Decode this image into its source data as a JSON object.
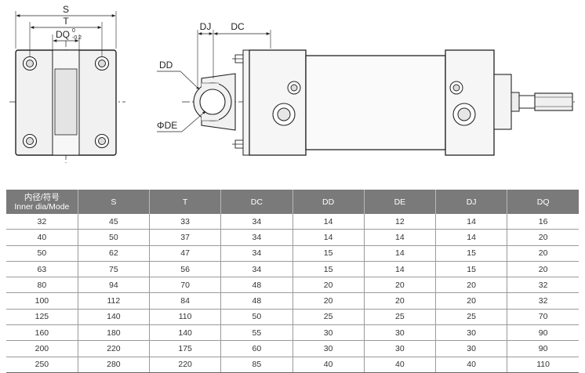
{
  "drawing": {
    "end_view": {
      "dim_S": "S",
      "dim_T": "T",
      "dim_DQ": "DQ",
      "dim_DQ_tol_upper": "0",
      "dim_DQ_tol_lower": "-0.2"
    },
    "side_view": {
      "dim_DJ": "DJ",
      "dim_DC": "DC",
      "dim_DD": "DD",
      "dim_DE": "ΦDE"
    }
  },
  "table": {
    "header_cn": "内径/符号",
    "header_en": "Inner dia/Mode",
    "columns": [
      "S",
      "T",
      "DC",
      "DD",
      "DE",
      "DJ",
      "DQ"
    ],
    "rows": [
      [
        "32",
        "45",
        "33",
        "34",
        "14",
        "12",
        "14",
        "16"
      ],
      [
        "40",
        "50",
        "37",
        "34",
        "14",
        "14",
        "14",
        "20"
      ],
      [
        "50",
        "62",
        "47",
        "34",
        "15",
        "14",
        "15",
        "20"
      ],
      [
        "63",
        "75",
        "56",
        "34",
        "15",
        "14",
        "15",
        "20"
      ],
      [
        "80",
        "94",
        "70",
        "48",
        "20",
        "20",
        "20",
        "32"
      ],
      [
        "100",
        "112",
        "84",
        "48",
        "20",
        "20",
        "20",
        "32"
      ],
      [
        "125",
        "140",
        "110",
        "50",
        "25",
        "25",
        "25",
        "70"
      ],
      [
        "160",
        "180",
        "140",
        "55",
        "30",
        "30",
        "30",
        "90"
      ],
      [
        "200",
        "220",
        "175",
        "60",
        "30",
        "30",
        "30",
        "90"
      ],
      [
        "250",
        "280",
        "220",
        "85",
        "40",
        "40",
        "40",
        "110"
      ]
    ]
  }
}
